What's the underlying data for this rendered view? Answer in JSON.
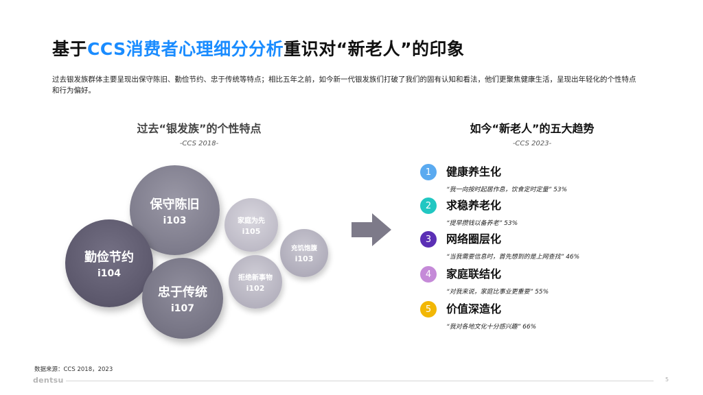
{
  "title": {
    "prefix": "基于",
    "highlight": "CCS消费者心理细分分析",
    "suffix": "重识对“新老人”的印象"
  },
  "intro": "过去银发族群体主要呈现出保守陈旧、勤俭节约、忠于传统等特点；相比五年之前，如今新一代银发族们打破了我们的固有认知和看法，他们更聚焦健康生活，呈现出年轻化的个性特点和行为偏好。",
  "left": {
    "heading": "过去“银发族”的个性特点",
    "subheading": "-CCS 2018-",
    "bubbles": [
      {
        "name": "保守陈旧",
        "index": "i103"
      },
      {
        "name": "勤俭节约",
        "index": "i104"
      },
      {
        "name": "忠于传统",
        "index": "i107"
      },
      {
        "name": "家庭为先",
        "index": "i105"
      },
      {
        "name": "拒绝新事物",
        "index": "i102"
      },
      {
        "name": "充饥饱腹",
        "index": "i103"
      }
    ]
  },
  "right": {
    "heading": "如今“新老人”的五大趋势",
    "subheading": "-CCS 2023-",
    "trends": [
      {
        "num": "1",
        "name": "健康养生化",
        "quote": "“我一向按时起居作息，饮食定时定量”  53%",
        "color": "#5aaaf0"
      },
      {
        "num": "2",
        "name": "求稳养老化",
        "quote": "“提早攒钱以备养老”  53%",
        "color": "#21c7c2"
      },
      {
        "num": "3",
        "name": "网络圈层化",
        "quote": "“当我需要信息时，首先想到的是上网查找”  46%",
        "color": "#5b2fb5"
      },
      {
        "num": "4",
        "name": "家庭联结化",
        "quote": "“对我来说，家庭比事业更重要”  55%",
        "color": "#c58ad8"
      },
      {
        "num": "5",
        "name": "价值深造化",
        "quote": "“我对各地文化十分感兴趣”  66%",
        "color": "#f2b705"
      }
    ]
  },
  "footer": {
    "source": "数据来源：CCS 2018，2023",
    "logo": "dentsu",
    "page": "5"
  }
}
